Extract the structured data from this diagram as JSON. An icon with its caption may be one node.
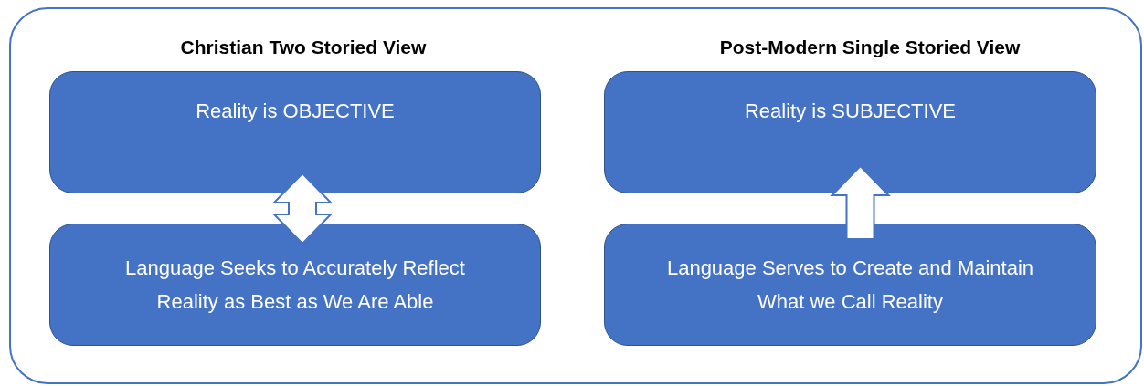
{
  "diagram": {
    "nodes": [
      {
        "text": [
          "Christian Two Storied View",
          "Post-Modern Single Storied View"
        ]
      },
      {
        "text": [
          "Reality is OBJECTIVE"
        ],
        "in": 0
      },
      {
        "text": [
          "Language Seeks to Accurately Reflect Reality as Best as We Are Able"
        ],
        "in": 0
      },
      {
        "text": [
          "Reality is SUBJECTIVE"
        ],
        "in": 0
      },
      {
        "text": [
          "Language Serves to Create and Maintain What we Call Reality"
        ],
        "in": 0
      }
    ],
    "edges": [
      {
        "from": 2,
        "to": 1,
        "arrow": "both"
      },
      {
        "from": 4,
        "to": 3,
        "arrow": "to"
      }
    ]
  }
}
